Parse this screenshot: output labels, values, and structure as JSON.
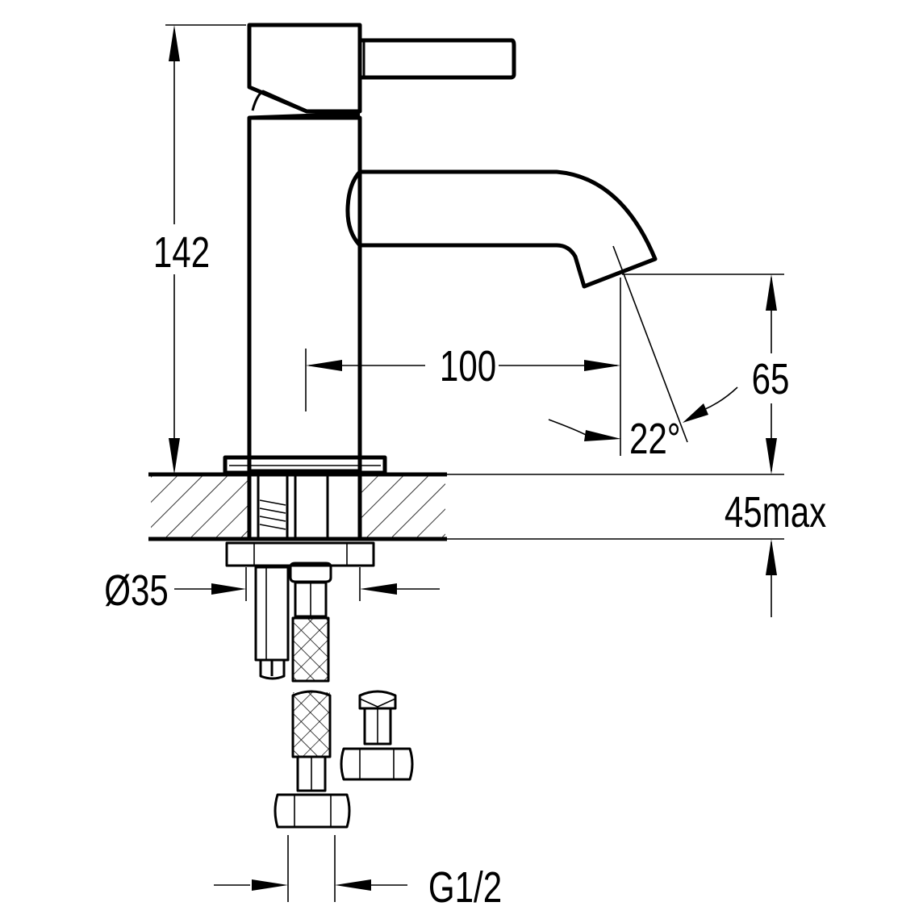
{
  "dimensions": {
    "height_total": "142",
    "spout_reach": "100",
    "spout_height": "65",
    "spout_angle": "22°",
    "mounting_thickness": "45max",
    "shank_diameter": "Ø35",
    "hose_thread": "G1/2"
  }
}
